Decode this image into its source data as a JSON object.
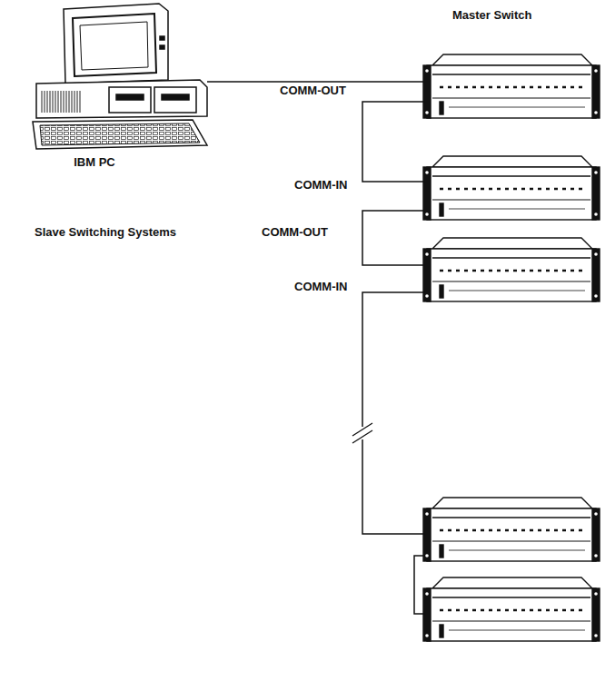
{
  "diagram": {
    "nodes": [
      {
        "text": [
          "IBM PC"
        ]
      },
      {
        "text": [
          "Master Switch"
        ]
      }
    ],
    "edges": [
      {
        "from": 0,
        "to": 1,
        "arrow": "none"
      }
    ],
    "labels": [
      "COMM-OUT",
      "COMM-IN",
      "Slave Switching Systems",
      "COMM-OUT",
      "COMM-IN"
    ]
  }
}
